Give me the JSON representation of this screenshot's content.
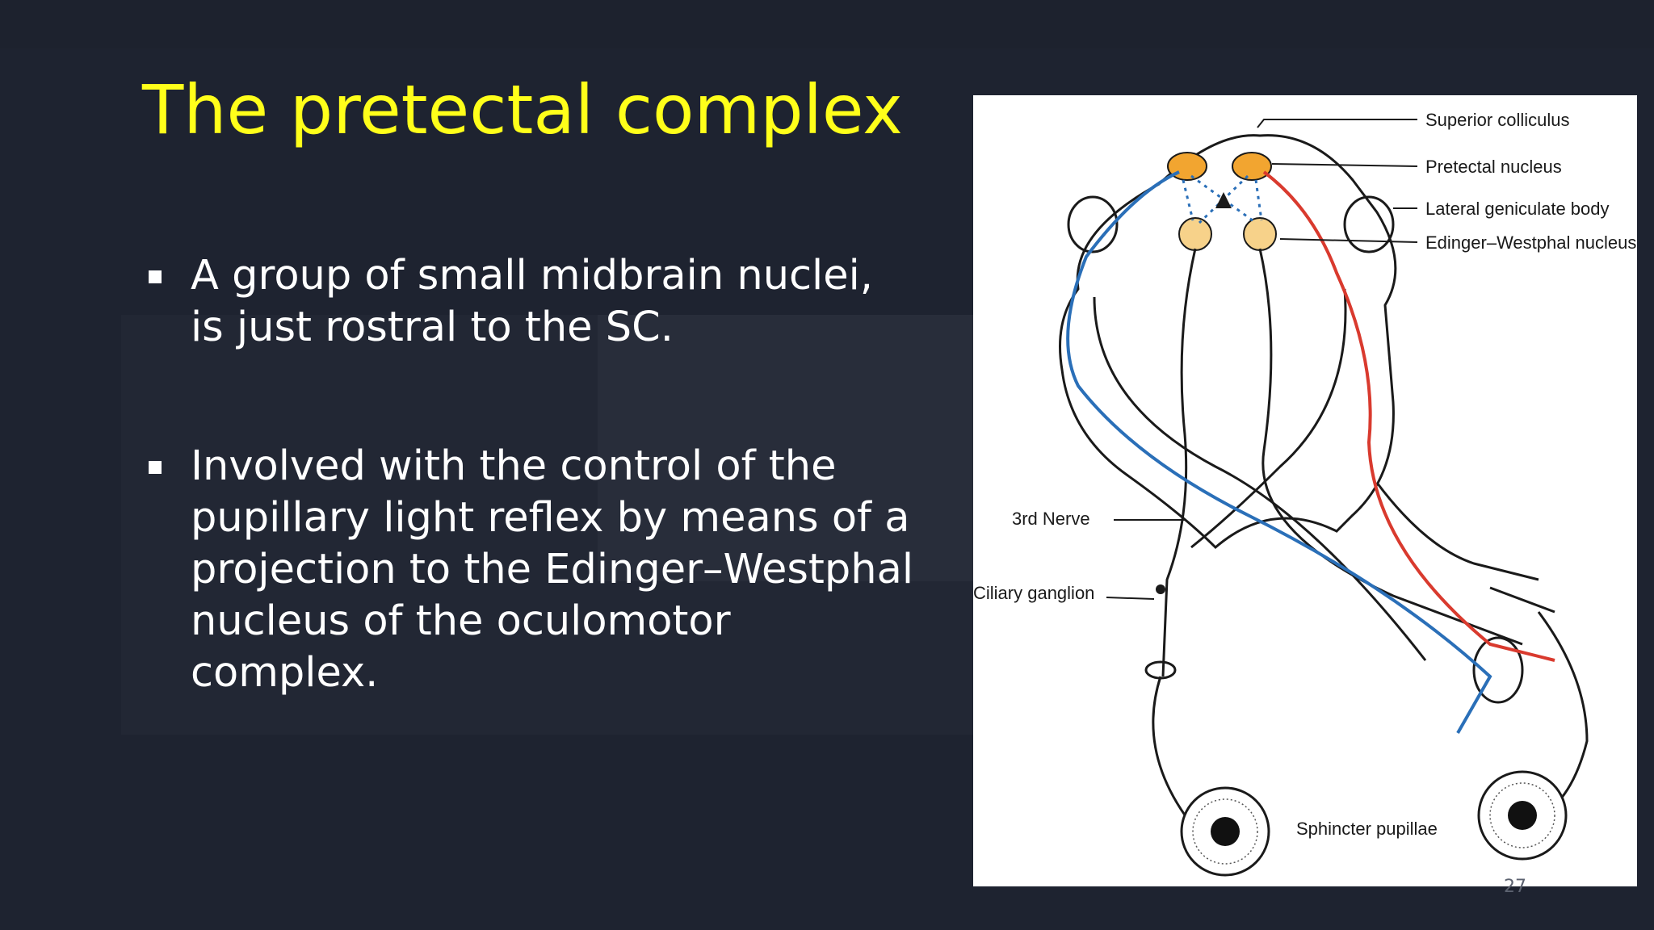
{
  "slide": {
    "title": "The pretectal complex",
    "bullets": [
      {
        "text": "A group of small midbrain nuclei, is just rostral to the SC."
      },
      {
        "text": "Involved with the control of the pupillary light reflex by means of a projection to the Edinger–Westphal nucleus of the oculomotor complex."
      }
    ],
    "page_number": "27"
  },
  "figure": {
    "labels": {
      "superior_colliculus": "Superior colliculus",
      "pretectal_nucleus": "Pretectal nucleus",
      "lateral_geniculate_body": "Lateral geniculate body",
      "edinger_westphal_nucleus": "Edinger–Westphal nucleus",
      "third_nerve": "3rd Nerve",
      "ciliary_ganglion": "Ciliary ganglion",
      "sphincter_pupillae": "Sphincter pupillae"
    }
  },
  "colors": {
    "background": "#1e2330",
    "title": "#ffff1a",
    "body_text": "#ffffff",
    "figure_background": "#ffffff",
    "blue_pathway": "#2a6fb8",
    "red_pathway": "#d93a2e",
    "nucleus_fill": "#f2a530"
  }
}
